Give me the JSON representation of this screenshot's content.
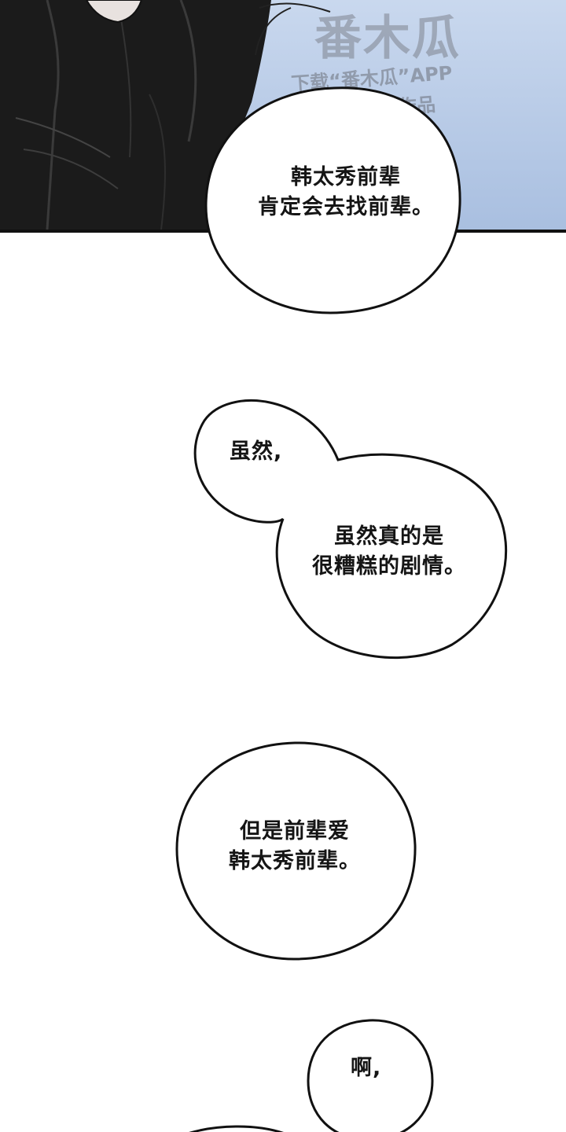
{
  "watermark": {
    "title": "番木瓜",
    "line1": "下载“番木瓜”APP",
    "line2": "观看更多作品"
  },
  "bubbles": [
    {
      "lines": [
        "韩太秀前辈",
        "肯定会去找前辈。"
      ]
    },
    {
      "lines": [
        "虽然,"
      ]
    },
    {
      "lines": [
        "虽然真的是",
        "很糟糕的剧情。"
      ]
    },
    {
      "lines": [
        "但是前辈爱",
        "韩太秀前辈。"
      ]
    },
    {
      "lines": [
        "啊,"
      ]
    }
  ],
  "colors": {
    "panel_sky": "#b8cbe6",
    "figure_dark": "#1a1a1a",
    "ink": "#111111"
  }
}
